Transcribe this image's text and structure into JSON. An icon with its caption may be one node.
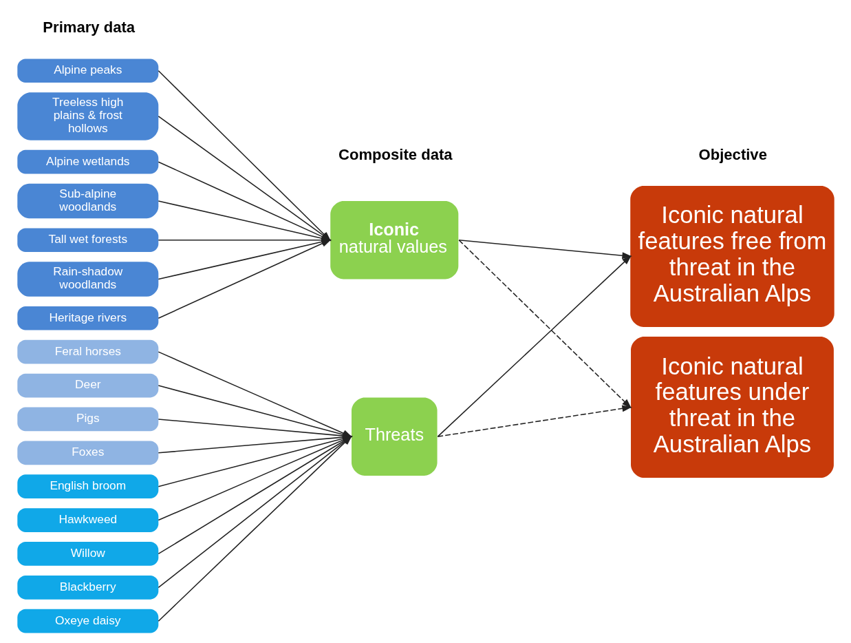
{
  "diagram": {
    "nodes": [
      {
        "text": [
          "Alpine peaks"
        ]
      },
      {
        "text": [
          "Treeless high plains & frost hollows"
        ]
      },
      {
        "text": [
          "Alpine wetlands"
        ]
      },
      {
        "text": [
          "Sub-alpine woodlands"
        ]
      },
      {
        "text": [
          "Tall wet forests"
        ]
      },
      {
        "text": [
          "Rain-shadow woodlands"
        ]
      },
      {
        "text": [
          "Heritage rivers"
        ]
      },
      {
        "text": [
          "Feral horses"
        ]
      },
      {
        "text": [
          "Deer"
        ]
      },
      {
        "text": [
          "Pigs"
        ]
      },
      {
        "text": [
          "Foxes"
        ]
      },
      {
        "text": [
          "English broom"
        ]
      },
      {
        "text": [
          "Hawkweed"
        ]
      },
      {
        "text": [
          "Willow"
        ]
      },
      {
        "text": [
          "Blackberry"
        ]
      },
      {
        "text": [
          "Oxeye daisy"
        ]
      },
      {
        "text": [
          "Iconic",
          "natural values"
        ]
      },
      {
        "text": [
          "Threats"
        ]
      },
      {
        "text": [
          "Iconic natural features free from threat in the Australian Alps"
        ]
      },
      {
        "text": [
          "Iconic natural features under threat in the Australian Alps"
        ]
      }
    ],
    "edges": [
      {
        "from": 0,
        "to": 16,
        "arrow": "to"
      },
      {
        "from": 1,
        "to": 16,
        "arrow": "to"
      },
      {
        "from": 2,
        "to": 16,
        "arrow": "to"
      },
      {
        "from": 3,
        "to": 16,
        "arrow": "to"
      },
      {
        "from": 4,
        "to": 16,
        "arrow": "to"
      },
      {
        "from": 5,
        "to": 16,
        "arrow": "to"
      },
      {
        "from": 6,
        "to": 16,
        "arrow": "to"
      },
      {
        "from": 7,
        "to": 17,
        "arrow": "to"
      },
      {
        "from": 8,
        "to": 17,
        "arrow": "to"
      },
      {
        "from": 9,
        "to": 17,
        "arrow": "to"
      },
      {
        "from": 10,
        "to": 17,
        "arrow": "to"
      },
      {
        "from": 11,
        "to": 17,
        "arrow": "to"
      },
      {
        "from": 12,
        "to": 17,
        "arrow": "to"
      },
      {
        "from": 13,
        "to": 17,
        "arrow": "to"
      },
      {
        "from": 14,
        "to": 17,
        "arrow": "to"
      },
      {
        "from": 15,
        "to": 17,
        "arrow": "to"
      },
      {
        "from": 16,
        "to": 18,
        "arrow": "to"
      },
      {
        "from": 16,
        "to": 19,
        "arrow": "to",
        "style": "dashed"
      },
      {
        "from": 17,
        "to": 18,
        "arrow": "to"
      },
      {
        "from": 17,
        "to": 19,
        "arrow": "to",
        "style": "dashed"
      }
    ],
    "labels": [
      "Primary data",
      "Composite data",
      "Objective"
    ]
  }
}
